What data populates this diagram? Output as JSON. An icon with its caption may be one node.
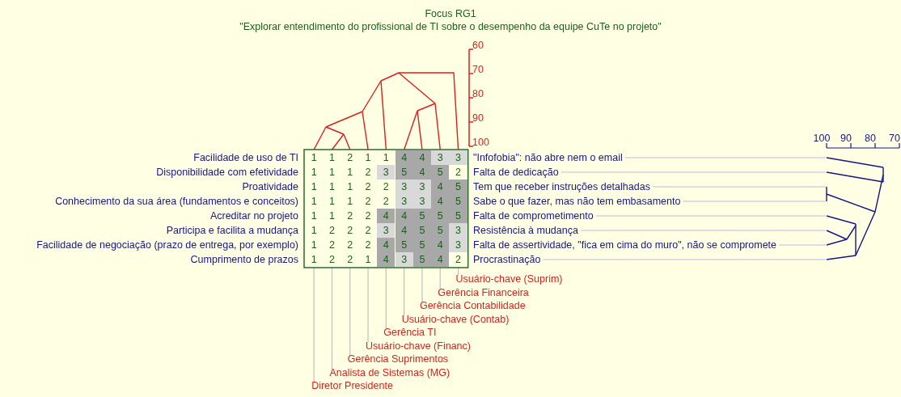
{
  "diagram": {
    "title": "Focus RG1",
    "nodes": [
      {
        "text": [
          "\"Infofobia\": não abre nem o email"
        ]
      },
      {
        "text": [
          "Falta de dedicação"
        ]
      },
      {
        "text": [
          "Tem que receber instruções detalhadas"
        ]
      },
      {
        "text": [
          "Sabe o que fazer, mas não tem embasamento"
        ]
      },
      {
        "text": [
          "Falta de comprometimento"
        ]
      },
      {
        "text": [
          "Resistência à mudança"
        ]
      },
      {
        "text": [
          "Falta de assertividade, \"fica em cima do muro\", não se compromete"
        ]
      },
      {
        "text": [
          "Procrastinação"
        ]
      },
      {
        "text": [
          "Usuário-chave (Suprim)"
        ]
      },
      {
        "text": [
          "Gerência Financeira"
        ]
      },
      {
        "text": [
          "Gerência Contabilidade"
        ]
      },
      {
        "text": [
          "Usuário-chave (Contab)"
        ]
      },
      {
        "text": [
          "Gerência TI"
        ]
      },
      {
        "text": [
          "Usuário-chave (Financ)"
        ]
      },
      {
        "text": [
          "Gerência Suprimentos"
        ]
      },
      {
        "text": [
          "Analista de Sistemas (MG)"
        ]
      },
      {
        "text": [
          "Diretor Presidente"
        ]
      },
      {
        "text": [],
        "shape": "box"
      },
      {
        "text": [],
        "shape": "tree"
      }
    ],
    "edges": [
      {
        "from": 0,
        "to": 18,
        "arrow": "none"
      },
      {
        "from": 1,
        "to": 18,
        "arrow": "none"
      },
      {
        "from": 2,
        "to": 18,
        "arrow": "none"
      },
      {
        "from": 3,
        "to": 18,
        "arrow": "none"
      },
      {
        "from": 4,
        "to": 18,
        "arrow": "none"
      },
      {
        "from": 5,
        "to": 18,
        "arrow": "none"
      },
      {
        "from": 6,
        "to": 18,
        "arrow": "none"
      },
      {
        "from": 7,
        "to": 18,
        "arrow": "none"
      },
      {
        "from": 8,
        "to": 17,
        "arrow": "none"
      },
      {
        "from": 9,
        "to": 17,
        "arrow": "none"
      },
      {
        "from": 10,
        "to": 17,
        "arrow": "none"
      },
      {
        "from": 11,
        "to": 17,
        "arrow": "none"
      },
      {
        "from": 12,
        "to": 17,
        "arrow": "none"
      },
      {
        "from": 13,
        "to": 17,
        "arrow": "none"
      },
      {
        "from": 14,
        "to": 17,
        "arrow": "none"
      },
      {
        "from": 15,
        "to": 17,
        "arrow": "none"
      },
      {
        "from": 16,
        "to": 17,
        "arrow": "none"
      }
    ],
    "labels": [
      "\"Explorar entendimento do profissional de TI sobre o desempenho da equipe CuTe no projeto\"",
      "60",
      "70",
      "80",
      "90",
      "100",
      "100",
      "90",
      "80",
      "70",
      "Facilidade de uso de TI",
      "1",
      "1",
      "2",
      "1",
      "1",
      "4",
      "4",
      "3",
      "3",
      "Disponibilidade com efetividade",
      "1",
      "1",
      "1",
      "2",
      "3",
      "5",
      "4",
      "5",
      "2",
      "Proatividade",
      "1",
      "1",
      "1",
      "2",
      "2",
      "3",
      "3",
      "4",
      "5",
      "Conhecimento da sua área (fundamentos e conceitos)",
      "1",
      "1",
      "1",
      "2",
      "2",
      "3",
      "3",
      "4",
      "5",
      "Acreditar no projeto",
      "1",
      "1",
      "2",
      "2",
      "4",
      "4",
      "5",
      "5",
      "5",
      "Participa e facilita a mudança",
      "1",
      "2",
      "2",
      "2",
      "3",
      "4",
      "5",
      "5",
      "3",
      "Facilidade de negociação (prazo de entrega, por exemplo)",
      "1",
      "2",
      "2",
      "2",
      "4",
      "5",
      "5",
      "4",
      "3",
      "Cumprimento de prazos",
      "1",
      "2",
      "2",
      "1",
      "4",
      "3",
      "5",
      "4",
      "2"
    ]
  }
}
